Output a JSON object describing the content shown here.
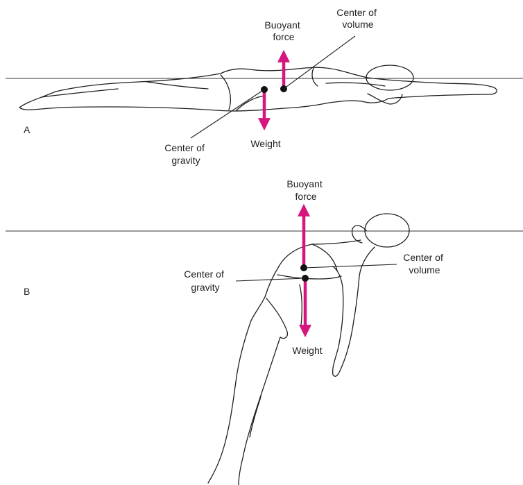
{
  "colors": {
    "force_arrow": "#d6157e",
    "line": "#1e1e1e",
    "background": "#ffffff"
  },
  "panel_a": {
    "letter": "A",
    "buoyant_force": [
      "Buoyant",
      "force"
    ],
    "center_of_volume": [
      "Center of",
      "volume"
    ],
    "center_of_gravity": [
      "Center of",
      "gravity"
    ],
    "weight": "Weight"
  },
  "panel_b": {
    "letter": "B",
    "buoyant_force": [
      "Buoyant",
      "force"
    ],
    "center_of_volume": [
      "Center of",
      "volume"
    ],
    "center_of_gravity": [
      "Center of",
      "gravity"
    ],
    "weight": "Weight"
  }
}
